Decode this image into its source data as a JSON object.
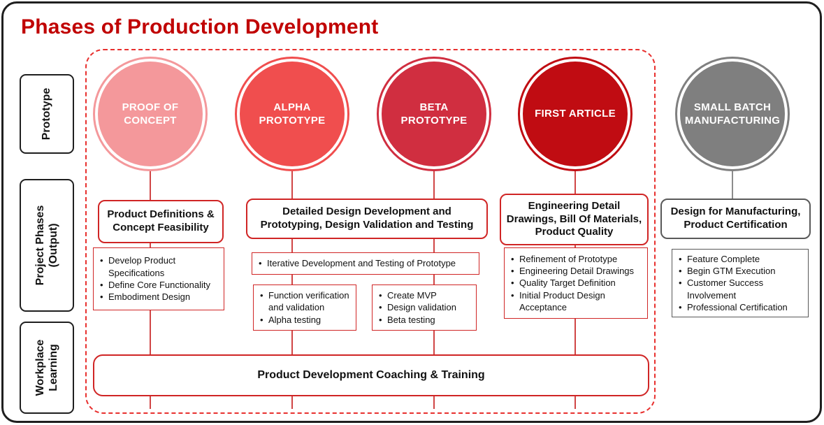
{
  "title": "Phases of Production Development",
  "side_labels": [
    "Prototype",
    "Project Phases (Output)",
    "Workplace Learning"
  ],
  "circles": [
    {
      "label": "PROOF OF CONCEPT",
      "color": "#F4989B"
    },
    {
      "label": "ALPHA PROTOTYPE",
      "color": "#F04E4E"
    },
    {
      "label": "BETA PROTOTYPE",
      "color": "#D02E40"
    },
    {
      "label": "FIRST ARTICLE",
      "color": "#C00C12"
    },
    {
      "label": "SMALL BATCH MANUFACTURING",
      "color": "#7F7F7F"
    }
  ],
  "headers": [
    "Product Definitions & Concept Feasibility",
    "Detailed Design Development and Prototyping, Design Validation and Testing",
    "Engineering Detail Drawings, Bill Of Materials, Product Quality",
    "Design for Manufacturing, Product Certification"
  ],
  "bullets": {
    "proof": [
      "Develop Product Specifications",
      "Define Core Functionality",
      "Embodiment Design"
    ],
    "iterative": [
      "Iterative Development and Testing of Prototype"
    ],
    "alpha": [
      "Function verification and validation",
      "Alpha testing"
    ],
    "beta": [
      "Create MVP",
      "Design validation",
      "Beta testing"
    ],
    "first_article": [
      "Refinement of Prototype",
      "Engineering Detail Drawings",
      "Quality Target Definition",
      "Initial Product Design Acceptance"
    ],
    "small_batch": [
      "Feature Complete",
      "Begin GTM Execution",
      "Customer Success Involvement",
      "Professional Certification"
    ]
  },
  "bottom_box": "Product Development Coaching & Training",
  "colors": {
    "title": "#C00000",
    "frame": "#1F1F1F",
    "red_border": "#D02525",
    "dashed_border": "#E8302E",
    "gray_border": "#595959",
    "line_red": "#D04545",
    "line_gray": "#8C8C8C"
  }
}
